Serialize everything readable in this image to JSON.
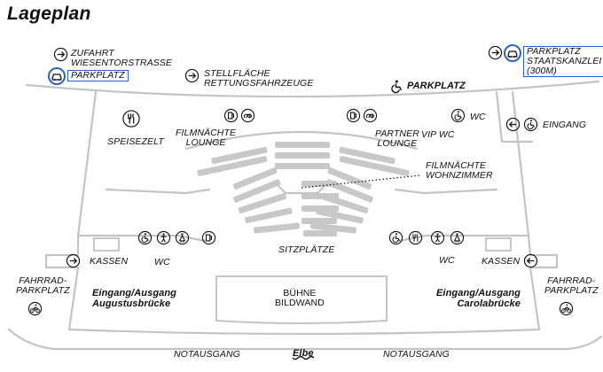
{
  "title": "Lageplan",
  "labels": {
    "zufahrt": "ZUFAHRT\nWIESENTORSTRASSE",
    "parkplatz_left": "PARKPLATZ",
    "stellflaeche": "STELLFLÄCHE\nRETTUNGSFAHRZEUGE",
    "parkplatz_center": "PARKPLATZ",
    "parkplatz_right": "PARKPLATZ\nSTAATSKANZLEI\n(300M)",
    "filmnaechte_lounge": "FILMNÄCHTE\nLOUNGE",
    "speisezelt": "SPEISEZELT",
    "partner_lounge": "PARTNER\nLOUNGE",
    "vip_wc": "VIP WC",
    "wc_top": "WC",
    "eingang": "EINGANG",
    "wohnzimmer": "FILMNÄCHTE\nWOHNZIMMER",
    "kassen_left": "KASSEN",
    "wc_left": "WC",
    "sitzplaetze": "SITZPLÄTZE",
    "wc_right": "WC",
    "kassen_right": "KASSEN",
    "fahrrad_left": "FAHRRAD-\nPARKPLATZ",
    "fahrrad_right": "FAHRRAD-\nPARKPLATZ",
    "augustus": "Eingang/Ausgang\nAugustusbrücke",
    "carola": "Eingang/Ausgang\nCarolabrücke",
    "buehne": "BÜHNE\nBILDWAND",
    "notausgang_left": "NOTAUSGANG",
    "notausgang_right": "NOTAUSGANG",
    "elbe": "Elbe"
  },
  "colors": {
    "line": "#c4c4c4",
    "seat": "#c8c8c8",
    "highlight": "#2b64c8",
    "ink": "#111111"
  },
  "icons": [
    "arrow-right-icon",
    "wheelchair-icon",
    "car-icon",
    "bicycle-icon",
    "cutlery-icon",
    "beer-icon",
    "pretzel-icon",
    "person-icon",
    "arrow-left-icon"
  ]
}
